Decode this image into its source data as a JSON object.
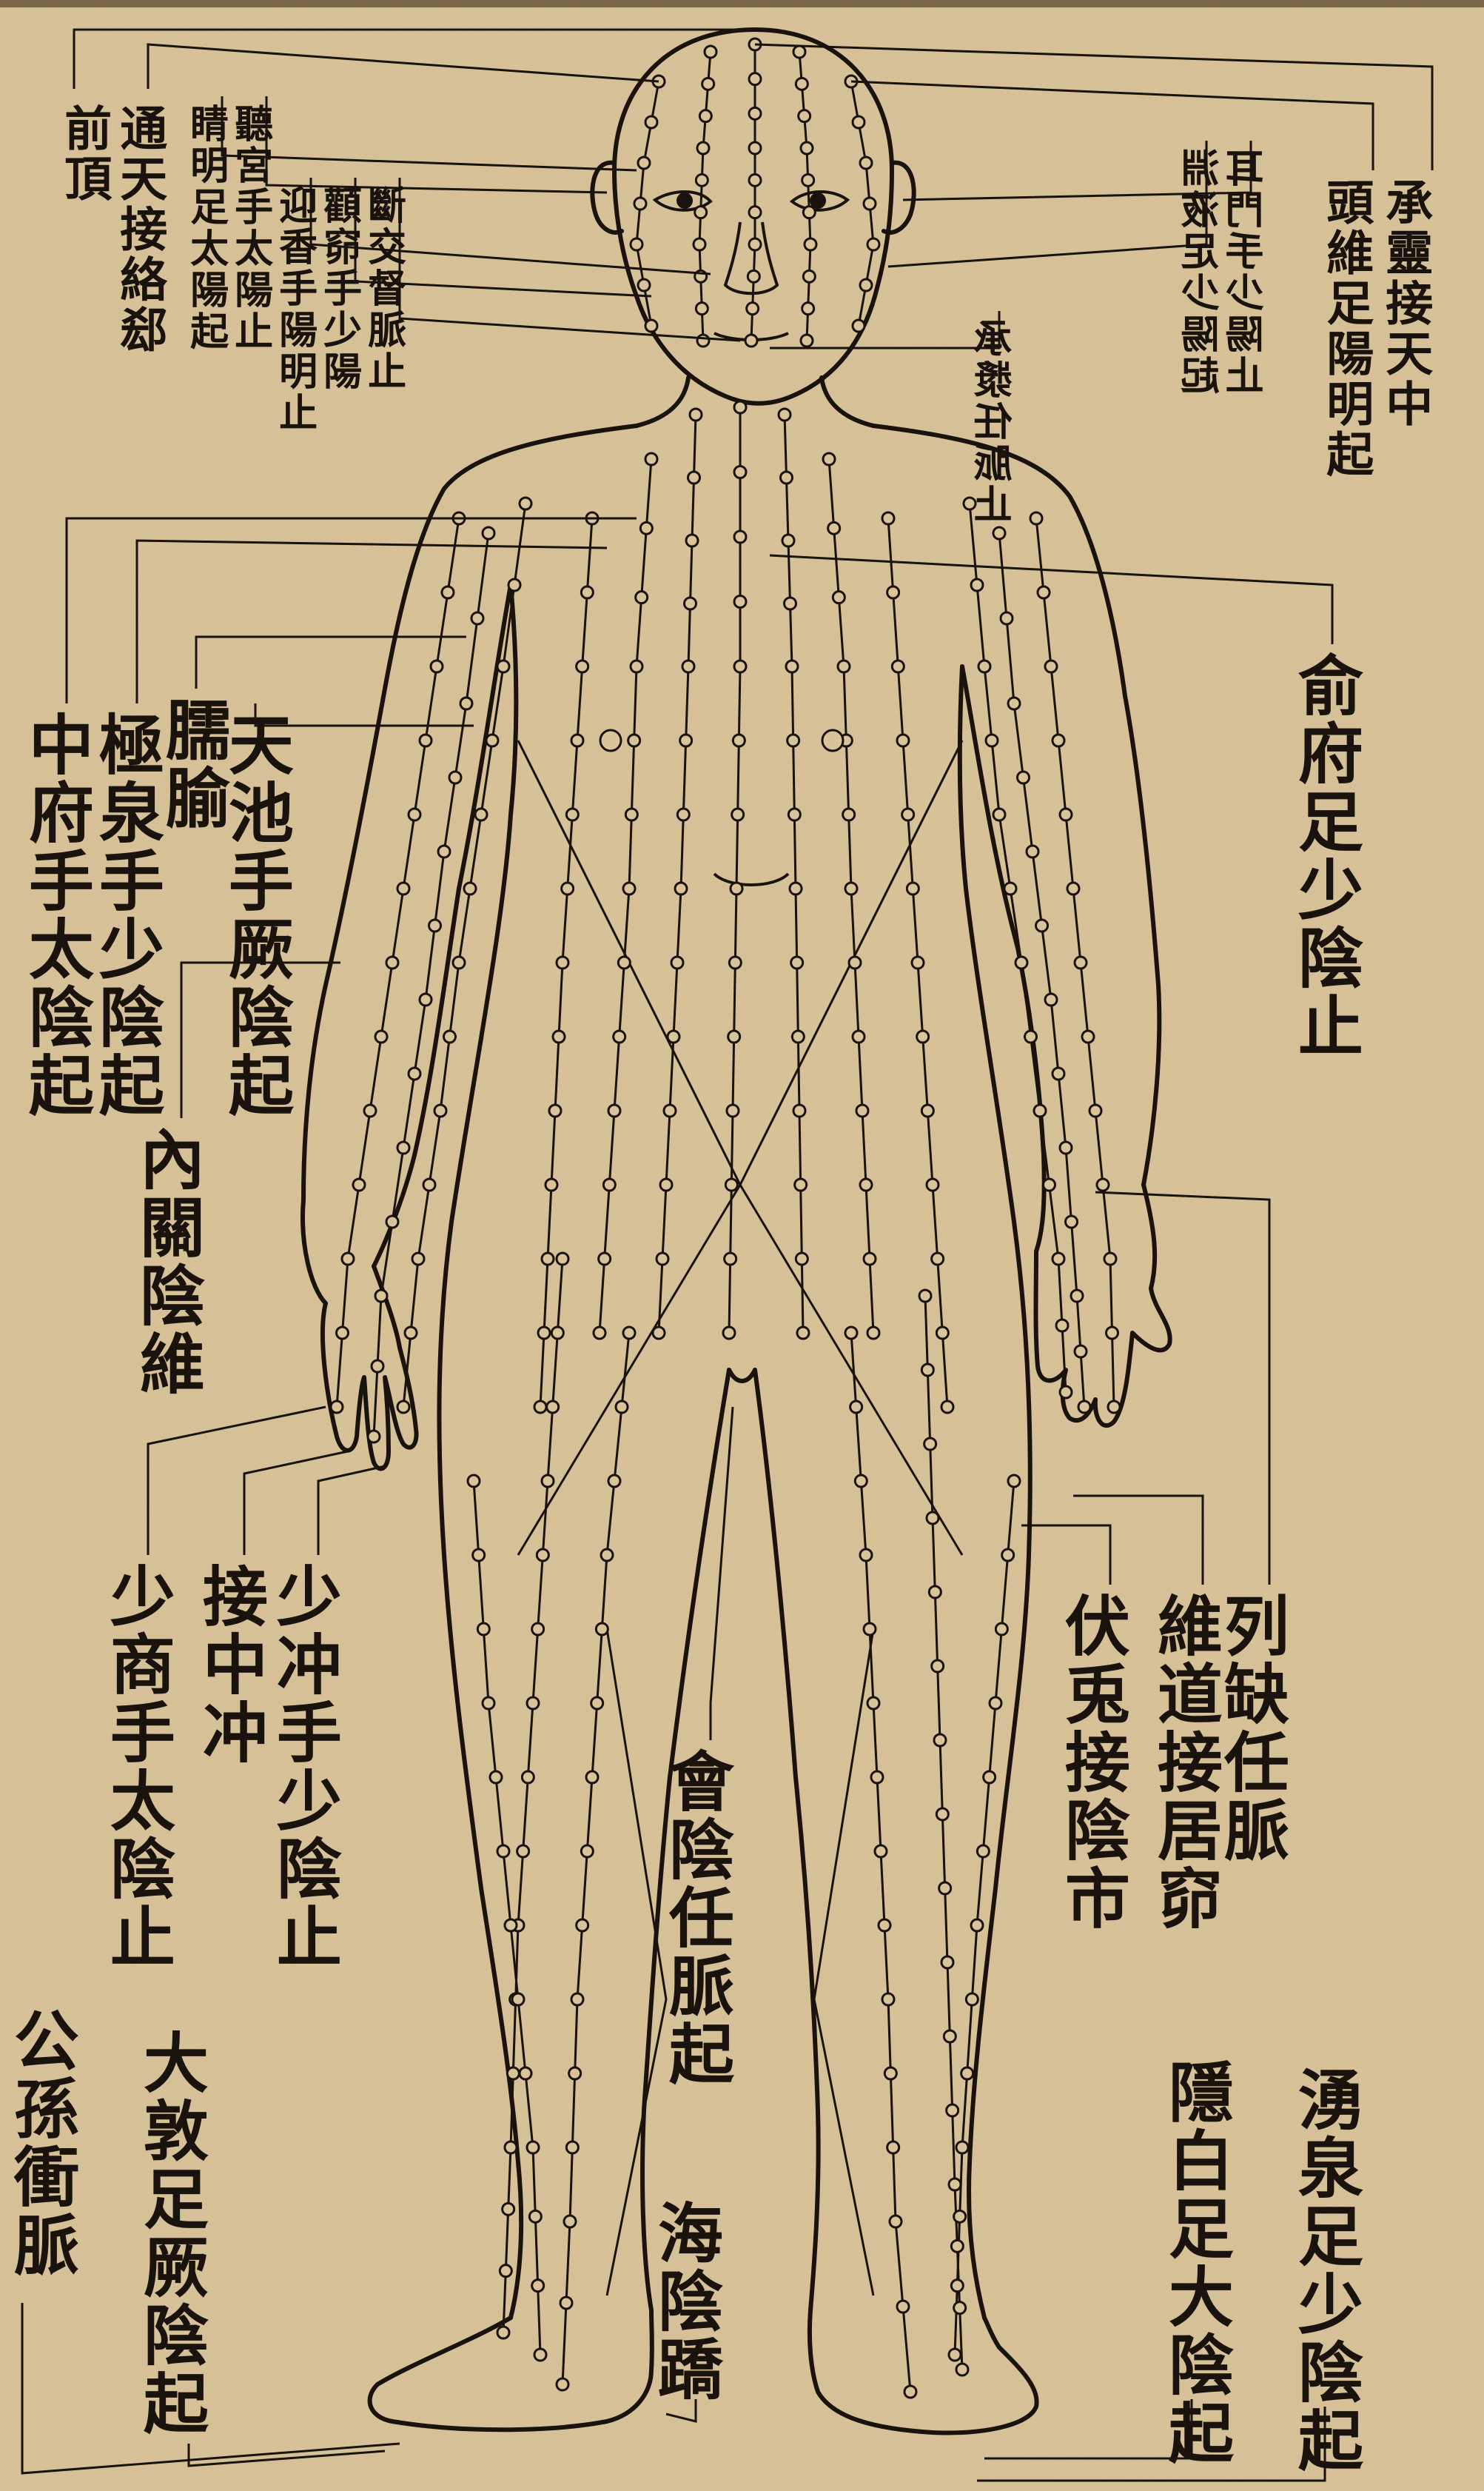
{
  "colors": {
    "paper": "#d9c49a",
    "ink": "#1a120c",
    "node_fill": "#d9c49a"
  },
  "labels": {
    "top_left_1": "前頂",
    "top_left_2": "通天接絡郄",
    "top_left_3": "睛明足太陽起",
    "top_left_4": "聽宮手太陽止",
    "top_left_5": "迎香手陽明止",
    "top_left_6": "顴窌手少陽",
    "top_left_7": "斷交督脈止",
    "top_right_1": "承靈接天中",
    "top_right_2": "頭維足陽明起",
    "top_right_3": "耳門手少陽止",
    "top_right_4": "淵液足少陽起",
    "top_right_5": "承漿任脈止",
    "shufu": "俞府足少陰止",
    "zhongfu": "中府手太陰起",
    "jiquan": "極泉手少陰起",
    "naoshu": "臑腧",
    "tianchi": "天池手厥陰起",
    "neiguan": "內關陰維",
    "lieque": "列缺任脈",
    "weidao": "維道接居窌",
    "futu": "伏兎接陰市",
    "shaochong": "少冲手少陰止",
    "jie_zhongchong": "接中冲",
    "shaoshang": "少商手太陰止",
    "huiyin": "會陰任脈起",
    "haiyin": "海陰蹻",
    "gongsun": "公孫衝脈",
    "dadun": "大敦足厥陰起",
    "yinbai": "隱白足大陰起",
    "yongquan": "湧泉足少陰起"
  }
}
